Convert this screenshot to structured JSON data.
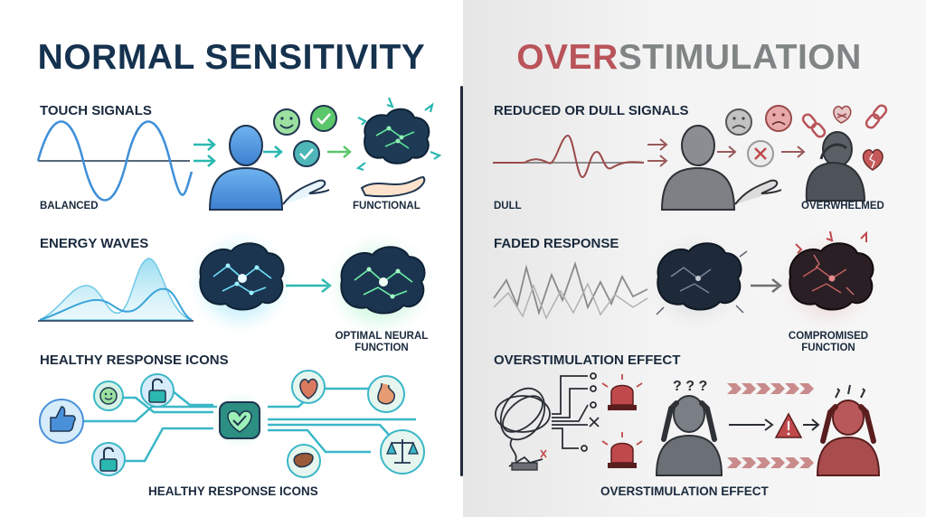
{
  "left": {
    "title": "NORMAL SENSITIVITY",
    "touch": {
      "heading": "TOUCH SIGNALS",
      "left_label": "BALANCED",
      "right_label": "FUNCTIONAL"
    },
    "energy": {
      "heading": "ENERGY WAVES",
      "right_label_line1": "OPTIMAL NEURAL",
      "right_label_line2": "FUNCTION"
    },
    "healthy": {
      "heading": "HEALTHY RESPONSE ICONS",
      "footer": "HEALTHY RESPONSE ICONS"
    }
  },
  "right": {
    "title_part1": "OVER",
    "title_part2": "STIMULATION",
    "reduced": {
      "heading": "REDUCED OR DULL SIGNALS",
      "left_label": "DULL",
      "right_label": "OVERWHELMED"
    },
    "faded": {
      "heading": "FADED RESPONSE",
      "right_label_line1": "COMPROMISED",
      "right_label_line2": "FUNCTION"
    },
    "effect": {
      "heading": "OVERSTIMULATION EFFECT",
      "footer": "OVERSTIMULATION EFFECT",
      "question_marks": "? ? ?"
    }
  },
  "colors": {
    "navy": "#15324f",
    "blue": "#4a90d9",
    "teal": "#2bb8b0",
    "green": "#5cc66b",
    "red": "#b9545a",
    "grey": "#7d7f82"
  }
}
